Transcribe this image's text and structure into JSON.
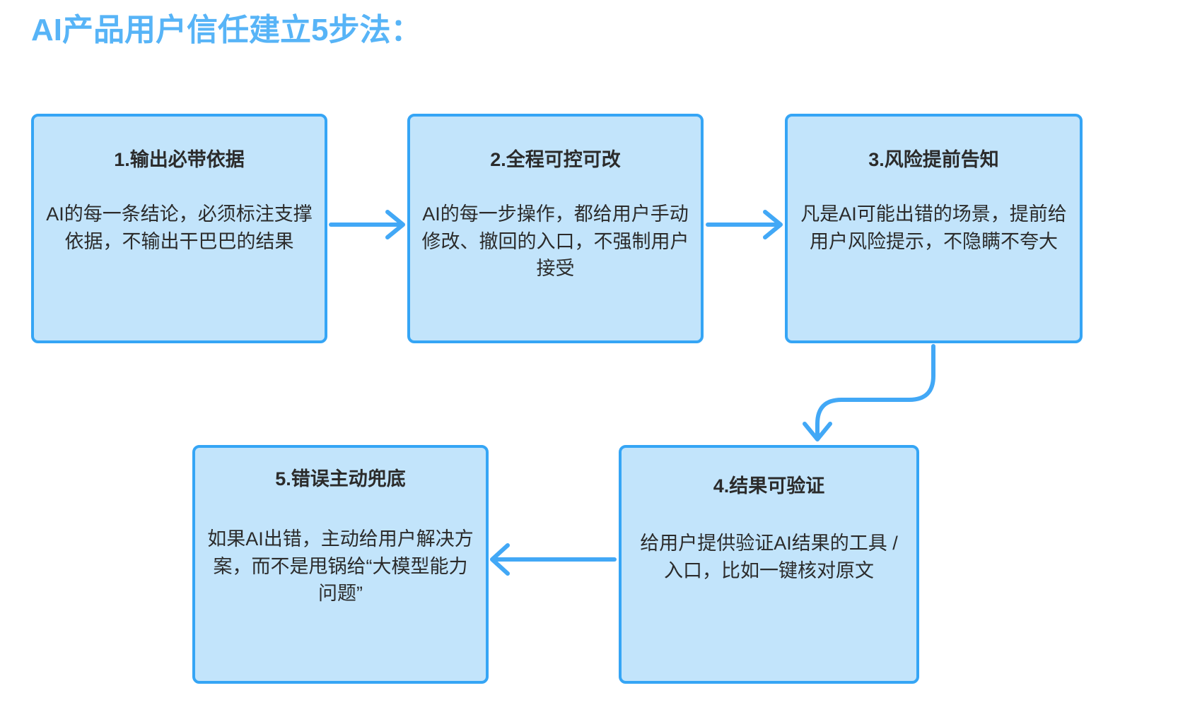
{
  "title": "AI产品用户信任建立5步法：",
  "colors": {
    "accent": "#35A5F5",
    "title": "#57B4F7",
    "node_fill": "#C2E4FB",
    "node_border": "#35A5F5",
    "text": "#2B2B2B",
    "background": "#FFFFFF"
  },
  "nodes": [
    {
      "id": "step-1",
      "heading": "1.输出必带依据",
      "body": "AI的每一条结论，必须标注支撑依据，不输出干巴巴的结果"
    },
    {
      "id": "step-2",
      "heading": "2.全程可控可改",
      "body": "AI的每一步操作，都给用户手动修改、撤回的入口，不强制用户接受"
    },
    {
      "id": "step-3",
      "heading": "3.风险提前告知",
      "body": "凡是AI可能出错的场景，提前给用户风险提示，不隐瞒不夸大"
    },
    {
      "id": "step-4",
      "heading": "4.结果可验证",
      "body": "给用户提供验证AI结果的工具 / 入口，比如一键核对原文"
    },
    {
      "id": "step-5",
      "heading": "5.错误主动兜底",
      "body": "如果AI出错，主动给用户解决方案，而不是甩锅给“大模型能力问题”"
    }
  ],
  "connectors": [
    {
      "id": "arrow-1-to-2",
      "from": "step-1",
      "to": "step-2",
      "direction": "right"
    },
    {
      "id": "arrow-2-to-3",
      "from": "step-2",
      "to": "step-3",
      "direction": "right"
    },
    {
      "id": "arrow-3-to-4",
      "from": "step-3",
      "to": "step-4",
      "direction": "down-elbow"
    },
    {
      "id": "arrow-4-to-5",
      "from": "step-4",
      "to": "step-5",
      "direction": "left"
    }
  ]
}
